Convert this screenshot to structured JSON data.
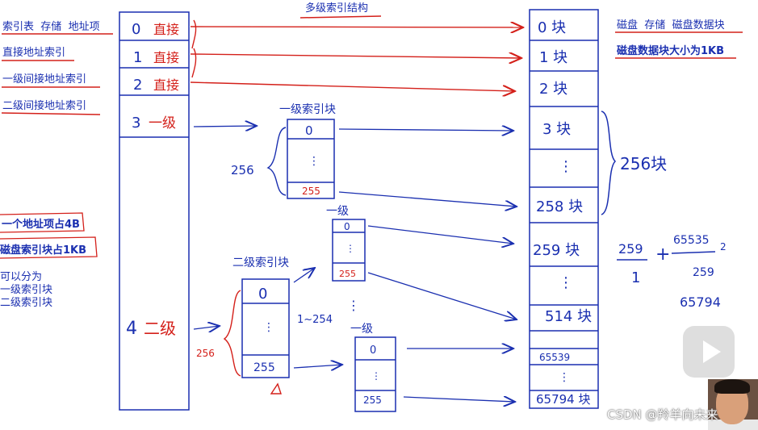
{
  "diagram_title": "多级索引结构",
  "left_labels": {
    "index_header": [
      "索引表",
      "存储",
      "地址项"
    ],
    "direct": "直接地址索引",
    "level1": "一级间接地址索引",
    "level2": "二级间接地址索引",
    "entry_size": "一个地址项占4B",
    "block_size": "磁盘索引块占1KB",
    "can_divide": "可以分为",
    "l1_block": "一级索引块",
    "l2_block": "二级索引块"
  },
  "right_labels": {
    "disk_header": [
      "磁盘",
      "存储",
      "磁盘数据块"
    ],
    "disk_block_size": "磁盘数据块大小为1KB"
  },
  "index_table": [
    "0 直接",
    "1 直接",
    "2 直接",
    "3 一级",
    "4 二级"
  ],
  "disk_blocks": [
    "0 块",
    "1 块",
    "2 块",
    "3 块",
    "⋮",
    "258 块",
    "259 块",
    "⋮",
    "514 块",
    "65539",
    "⋮",
    "65794 块"
  ],
  "l1_index_block": {
    "label": "一级索引块",
    "first": "0",
    "last": "255",
    "size": "256"
  },
  "l2_index_block": {
    "label": "二级索引块",
    "first": "0",
    "last": "255",
    "size": "256",
    "range": "1~254"
  },
  "sub_block_top": {
    "label": "一级",
    "first": "0",
    "last": "255"
  },
  "sub_block_bottom": {
    "label": "一级",
    "first": "0",
    "last": "255"
  },
  "brace_disk": "256块",
  "formula": {
    "num1": "259",
    "den1": "1",
    "plus": "+",
    "num2": "65535",
    "den2": "259",
    "sup": "2",
    "result": "65794"
  },
  "watermark": "CSDN @羚羊向未来",
  "colors": {
    "ink": "#1a2fb0",
    "red": "#d4201a"
  }
}
